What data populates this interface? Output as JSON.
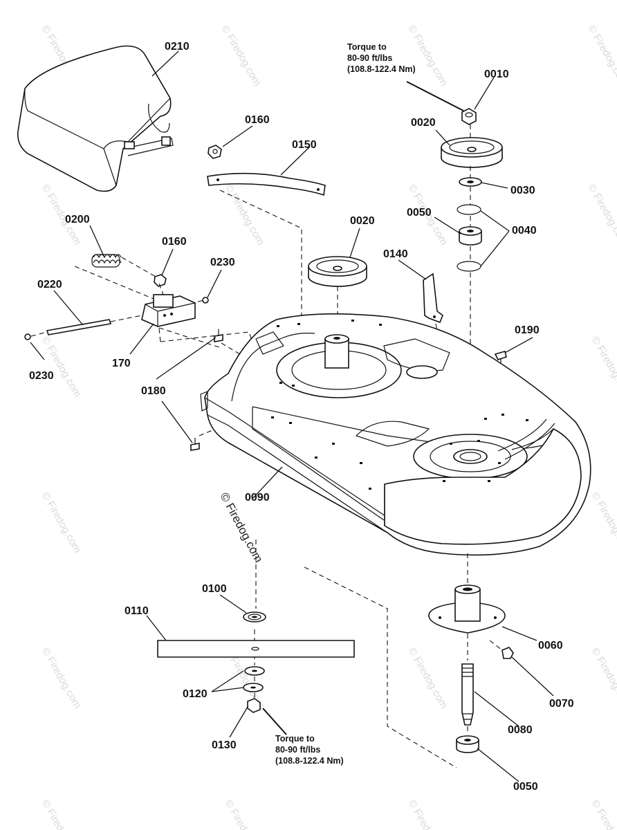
{
  "labels": {
    "p0010": "0010",
    "p0020a": "0020",
    "p0020b": "0020",
    "p0030": "0030",
    "p0040": "0040",
    "p0050a": "0050",
    "p0050b": "0050",
    "p0060": "0060",
    "p0070": "0070",
    "p0080": "0080",
    "p0090": "0090",
    "p0100": "0100",
    "p0110": "0110",
    "p0120": "0120",
    "p0130": "0130",
    "p0140": "0140",
    "p0150": "0150",
    "p0160a": "0160",
    "p0160b": "0160",
    "p0170": "170",
    "p0180": "0180",
    "p0190": "0190",
    "p0200": "0200",
    "p0210": "0210",
    "p0220": "0220",
    "p0230a": "0230",
    "p0230b": "0230"
  },
  "torque_top": {
    "line1": "Torque to",
    "line2": "80-90 ft/lbs",
    "line3": "(108.8-122.4 Nm)"
  },
  "torque_bottom": {
    "line1": "Torque to",
    "line2": "80-90 ft/lbs",
    "line3": "(108.8-122.4 Nm)"
  },
  "watermark": {
    "main": "© Firedog.com",
    "tile": "© Firedog.com"
  }
}
